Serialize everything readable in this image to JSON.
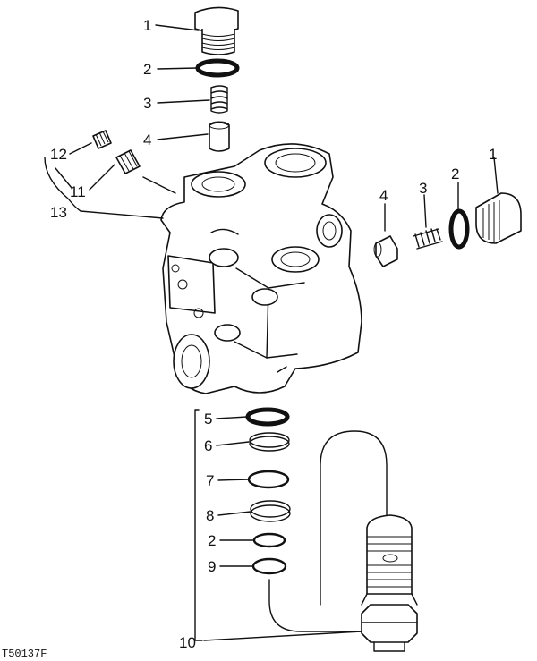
{
  "callouts": {
    "c1_top": "1",
    "c2_top": "2",
    "c3_top": "3",
    "c4_top": "4",
    "c12": "12",
    "c11": "11",
    "c13": "13",
    "c4_right": "4",
    "c3_right": "3",
    "c2_right": "2",
    "c1_right": "1",
    "c5": "5",
    "c6": "6",
    "c7": "7",
    "c8": "8",
    "c2_bottom": "2",
    "c9": "9",
    "c10": "10"
  },
  "figure_code": "T50137F"
}
